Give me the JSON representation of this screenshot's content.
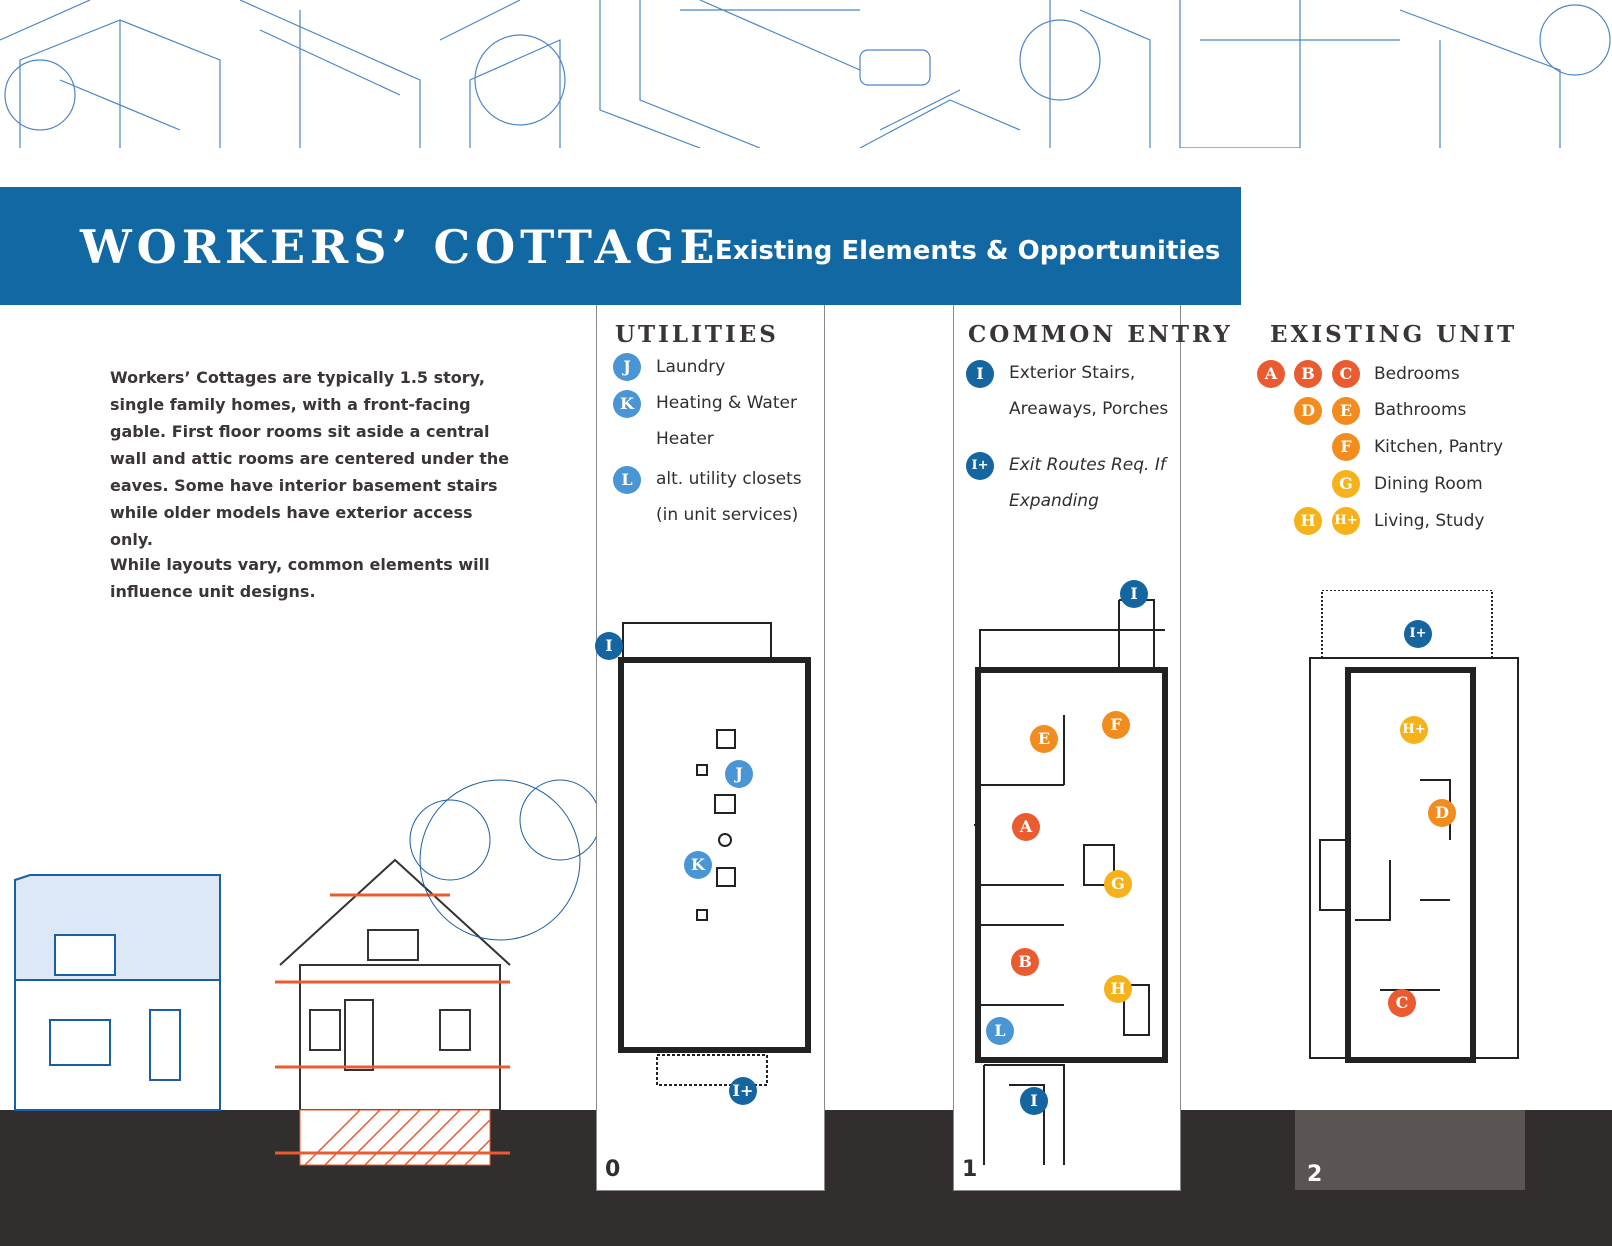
{
  "header": {
    "title": "WORKERS’ COTTAGE",
    "subtitle": ". Existing Elements & Opportunities"
  },
  "intro": {
    "paragraph1": "Workers’ Cottages are typically 1.5 story, single family homes, with a front-facing gable. First floor rooms sit aside a central wall and attic rooms are centered under the eaves. Some have interior basement stairs while older models have exterior access only.",
    "paragraph2": "While layouts vary, common elements will influence unit designs."
  },
  "utilities": {
    "heading": "UTILITIES",
    "items": [
      {
        "marker": "J",
        "label": "Laundry"
      },
      {
        "marker": "K",
        "label": "Heating & Water Heater"
      },
      {
        "marker": "L",
        "label": "alt. utility closets (in unit services)"
      }
    ]
  },
  "common_entry": {
    "heading": "COMMON ENTRY",
    "items": [
      {
        "marker": "I",
        "label": "Exterior Stairs, Areaways, Porches"
      },
      {
        "marker": "I+",
        "label": "Exit Routes Req. If Expanding"
      }
    ]
  },
  "existing_unit": {
    "heading": "EXISTING UNIT",
    "items": [
      {
        "markers": [
          "A",
          "B",
          "C"
        ],
        "label": "Bedrooms"
      },
      {
        "markers": [
          "D",
          "E"
        ],
        "label": "Bathrooms"
      },
      {
        "markers": [
          "F"
        ],
        "label": "Kitchen, Pantry"
      },
      {
        "markers": [
          "G"
        ],
        "label": "Dining Room"
      },
      {
        "markers": [
          "H",
          "H+"
        ],
        "label": "Living, Study"
      }
    ]
  },
  "floors": [
    "0",
    "1",
    "2"
  ],
  "colors": {
    "banner": "#1268a3",
    "ground": "#332e2e",
    "blue": "#1565a0",
    "red": "#ea5b2f",
    "orange": "#f28c1e",
    "yellow": "#f6b21a"
  }
}
